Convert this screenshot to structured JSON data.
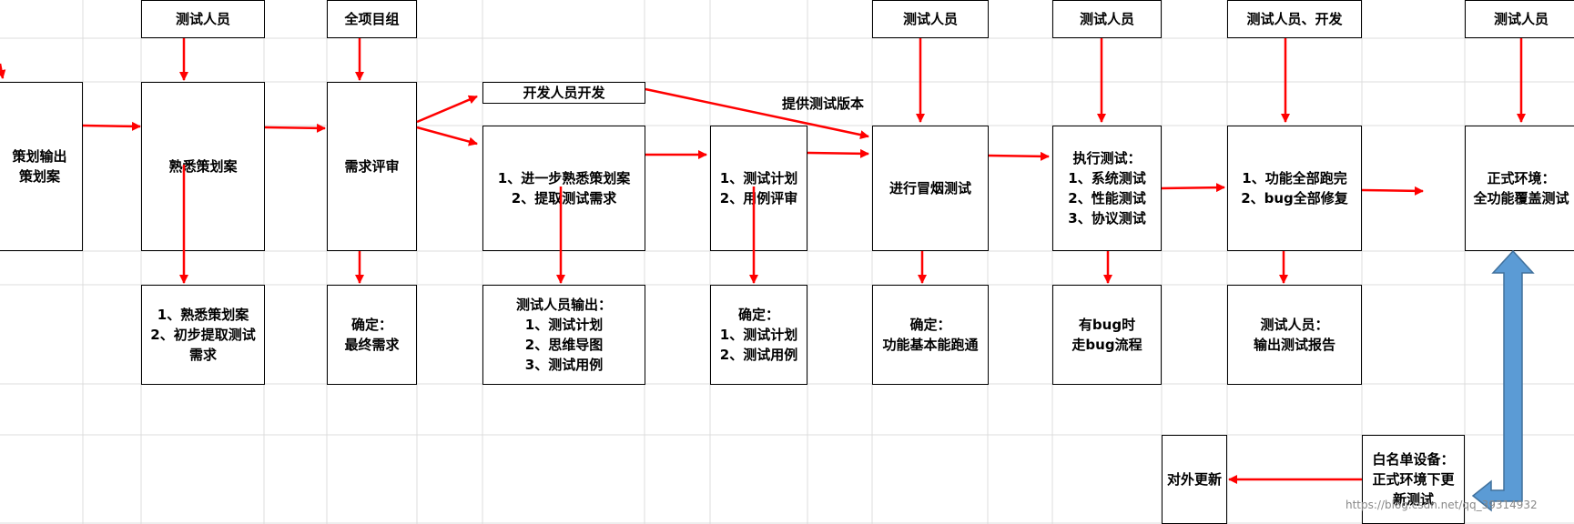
{
  "top_roles": {
    "r1": "测试人员",
    "r2": "全项目组",
    "r3": "测试人员",
    "r4": "测试人员",
    "r5": "测试人员、开发",
    "r6": "测试人员"
  },
  "main_steps": {
    "s1": {
      "l1": "策划输出",
      "l2": "策划案"
    },
    "s2": {
      "l1": "熟悉策划案"
    },
    "s3": {
      "l1": "需求评审"
    },
    "dev": {
      "l1": "开发人员开发"
    },
    "s4": {
      "l1": "1、进一步熟悉策划案",
      "l2": "2、提取测试需求"
    },
    "s5": {
      "l1": "1、测试计划",
      "l2": "2、用例评审"
    },
    "s6": {
      "l1": "进行冒烟测试"
    },
    "s7": {
      "l1": "执行测试：",
      "l2": "1、系统测试",
      "l3": "2、性能测试",
      "l4": "3、协议测试"
    },
    "s8": {
      "l1": "1、功能全部跑完",
      "l2": "2、bug全部修复"
    },
    "s9": {
      "l1": "正式环境：",
      "l2": "全功能覆盖测试"
    }
  },
  "outputs": {
    "o1": {
      "l1": "1、熟悉策划案",
      "l2": "2、初步提取测试",
      "l3": "需求"
    },
    "o2": {
      "l1": "确定：",
      "l2": "最终需求"
    },
    "o3": {
      "l1": "测试人员输出：",
      "l2": "1、测试计划",
      "l3": "2、思维导图",
      "l4": "3、测试用例"
    },
    "o4": {
      "l1": "确定：",
      "l2": "1、测试计划",
      "l3": "2、测试用例"
    },
    "o5": {
      "l1": "确定：",
      "l2": "功能基本能跑通"
    },
    "o6": {
      "l1": "有bug时",
      "l2": "走bug流程"
    },
    "o7": {
      "l1": "测试人员：",
      "l2": "输出测试报告"
    }
  },
  "bottom": {
    "update": {
      "l1": "对外更新"
    },
    "whitelist": {
      "l1": "白名单设备：",
      "l2": "正式环境下更",
      "l3": "新测试"
    }
  },
  "annotation": "提供测试版本",
  "watermark": "https://blog.csdn.net/qq_39314932",
  "colors": {
    "arrow": "#ff0000",
    "big_arrow": "#5b9bd5",
    "grid": "#d9d9d9"
  }
}
